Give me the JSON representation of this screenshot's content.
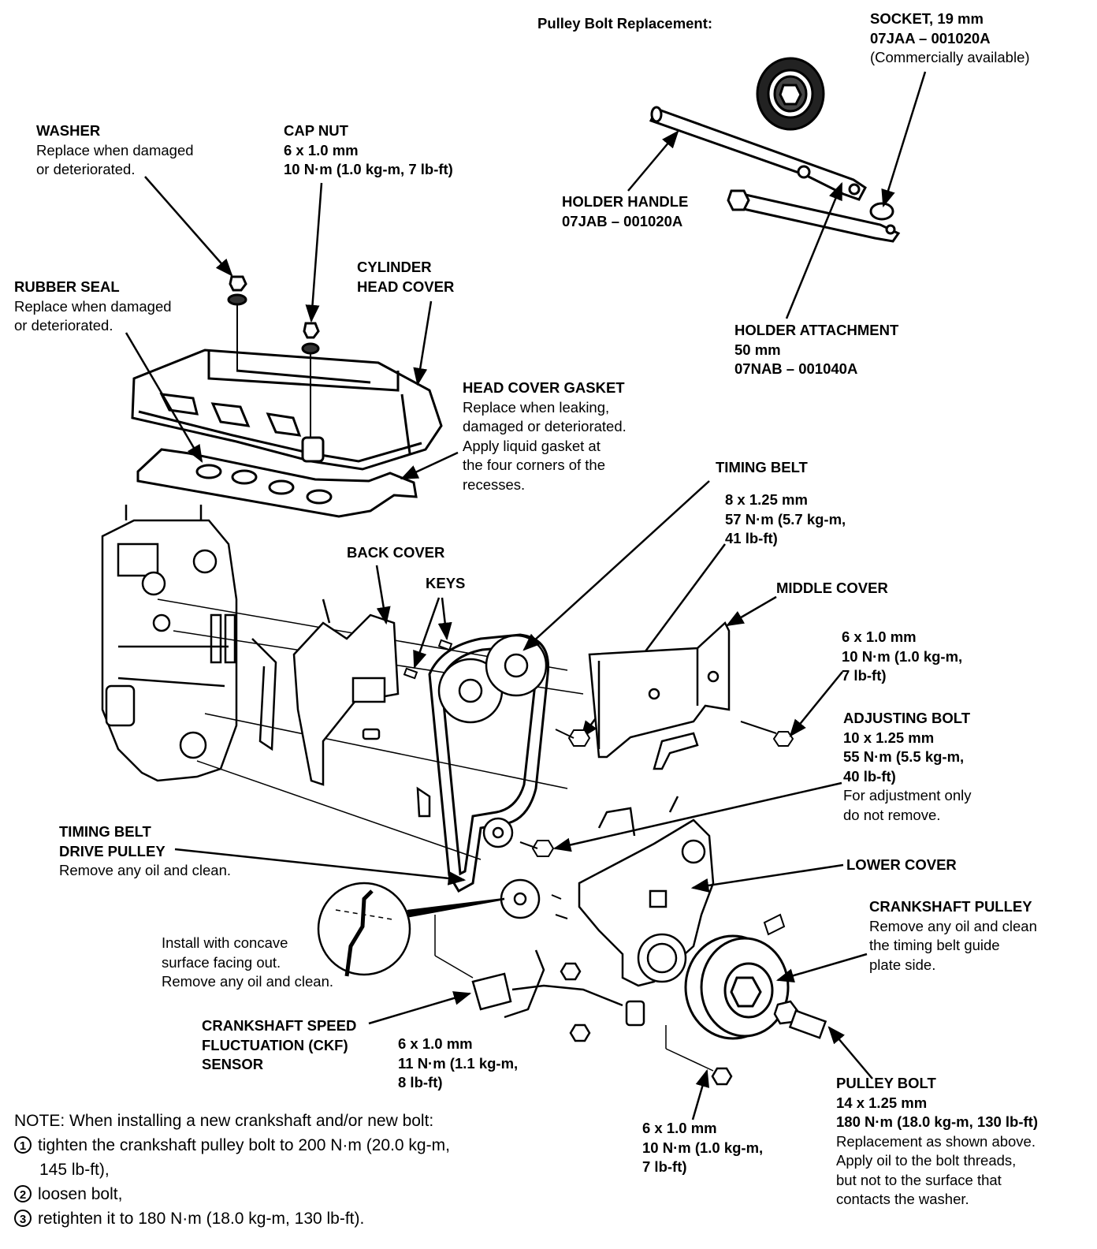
{
  "pulley_bolt_replacement": {
    "title": "Pulley Bolt Replacement:",
    "socket": [
      "SOCKET, 19 mm",
      "07JAA – 001020A",
      "(Commercially available)"
    ],
    "holder_handle": [
      "HOLDER HANDLE",
      "07JAB – 001020A"
    ],
    "holder_attachment": [
      "HOLDER ATTACHMENT",
      "50 mm",
      "07NAB – 001040A"
    ]
  },
  "washer": {
    "name": "WASHER",
    "notes": [
      "Replace when damaged",
      "or deteriorated."
    ]
  },
  "cap_nut": {
    "name": "CAP NUT",
    "size": "6 x 1.0 mm",
    "torque": "10 N·m (1.0 kg-m, 7 lb-ft)"
  },
  "rubber_seal": {
    "name": "RUBBER SEAL",
    "notes": [
      "Replace when damaged",
      "or deteriorated."
    ]
  },
  "cylinder_head_cover": {
    "name": [
      "CYLINDER",
      "HEAD COVER"
    ]
  },
  "head_cover_gasket": {
    "name": "HEAD COVER GASKET",
    "notes": [
      "Replace when leaking,",
      "damaged or deteriorated.",
      "Apply liquid gasket at",
      "the four corners of the",
      "recesses."
    ]
  },
  "timing_belt": {
    "name": "TIMING BELT",
    "size": "8 x 1.25 mm",
    "torque": [
      "57 N·m (5.7 kg-m,",
      "41 lb-ft)"
    ]
  },
  "back_cover": {
    "name": "BACK COVER"
  },
  "keys": {
    "name": "KEYS"
  },
  "middle_cover": {
    "name": "MIDDLE COVER",
    "size": "6 x 1.0 mm",
    "torque": [
      "10 N·m (1.0 kg-m,",
      "7 lb-ft)"
    ]
  },
  "adjusting_bolt": {
    "name": "ADJUSTING BOLT",
    "size": "10 x 1.25 mm",
    "torque": [
      "55 N·m (5.5 kg-m,",
      "40 lb-ft)"
    ],
    "notes": [
      "For adjustment only",
      "do not remove."
    ]
  },
  "timing_belt_drive_pulley": {
    "name": [
      "TIMING BELT",
      "DRIVE PULLEY"
    ],
    "note": "Remove any oil and clean."
  },
  "lower_cover": {
    "name": "LOWER COVER"
  },
  "crankshaft_pulley": {
    "name": "CRANKSHAFT PULLEY",
    "notes": [
      "Remove any oil and clean",
      "the timing belt guide",
      "plate side."
    ]
  },
  "install_note": [
    "Install with concave",
    "surface facing out.",
    "Remove any oil and clean."
  ],
  "ckf_sensor": {
    "name": [
      "CRANKSHAFT SPEED",
      "FLUCTUATION (CKF)",
      "SENSOR"
    ],
    "size": "6 x 1.0 mm",
    "torque": [
      "11 N·m (1.1 kg-m,",
      "8 lb-ft)"
    ]
  },
  "lower_cover_bolt": {
    "size": "6 x 1.0 mm",
    "torque": [
      "10 N·m (1.0 kg-m,",
      "7 lb-ft)"
    ]
  },
  "pulley_bolt": {
    "name": "PULLEY BOLT",
    "size": "14 x 1.25 mm",
    "torque": "180 N·m (18.0 kg-m, 130 lb-ft)",
    "notes": [
      "Replacement as shown above.",
      "Apply oil to the bolt threads,",
      "but not to the surface that",
      "contacts the washer."
    ]
  },
  "note": {
    "header": "NOTE:  When installing a new crankshaft and/or new bolt:",
    "steps": [
      {
        "num": "1",
        "lines": [
          "tighten the crankshaft pulley bolt to 200 N·m (20.0 kg-m,",
          "145 lb-ft),"
        ]
      },
      {
        "num": "2",
        "lines": [
          "loosen bolt,"
        ]
      },
      {
        "num": "3",
        "lines": [
          "retighten it to 180 N·m (18.0 kg-m, 130 lb-ft)."
        ]
      }
    ]
  }
}
